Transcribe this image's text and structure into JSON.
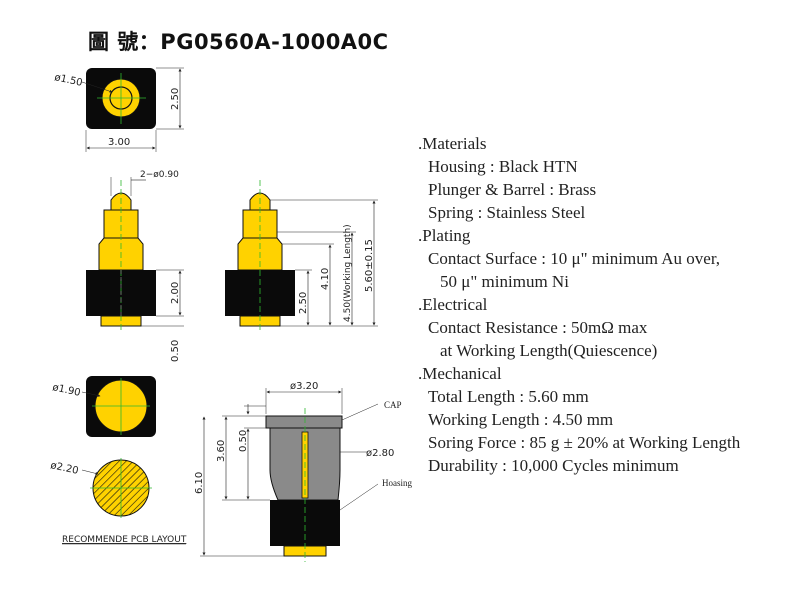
{
  "title": "圖 號：PG0560A-1000A0C",
  "specs": {
    "materials": {
      "heading": ".Materials",
      "lines": [
        "Housing : Black HTN",
        "Plunger & Barrel : Brass",
        "Spring : Stainless Steel"
      ]
    },
    "plating": {
      "heading": ".Plating",
      "lines": [
        "Contact Surface : 10 μ\" minimum Au over,",
        "50 μ\" minimum   Ni"
      ]
    },
    "electrical": {
      "heading": ".Electrical",
      "lines": [
        "Contact Resistance : 50mΩ max",
        "at Working Length(Quiescence)"
      ]
    },
    "mechanical": {
      "heading": ".Mechanical",
      "lines": [
        "Total Length : 5.60 mm",
        "Working Length : 4.50 mm",
        "Soring Force : 85 g ± 20% at Working Length",
        "Durability : 10,000 Cycles minimum"
      ]
    }
  },
  "dims": {
    "top_dia": "ø1.50",
    "top_height": "2.50",
    "top_width": "3.00",
    "tip_dia": "2−ø0.90",
    "body_height": "2.00",
    "tail": "0.50",
    "h_250": "2.50",
    "h_410": "4.10",
    "working_length": "4.50(Working Length)",
    "total_length": "5.60±0.15",
    "pad_dia": "ø1.90",
    "hole_dia": "ø2.20",
    "cap_dia": "ø3.20",
    "barrel_dia": "ø2.80",
    "d_050": "0.50",
    "d_360": "3.60",
    "d_610": "6.10"
  },
  "labels": {
    "cap": "CAP",
    "housing": "Hoasing",
    "pcb": "RECOMMENDE PCB LAYOUT"
  },
  "colors": {
    "gold": "#ffd200",
    "black": "#0a0a0a",
    "gray": "#8a8a8a",
    "centerline": "#2fb82f"
  }
}
